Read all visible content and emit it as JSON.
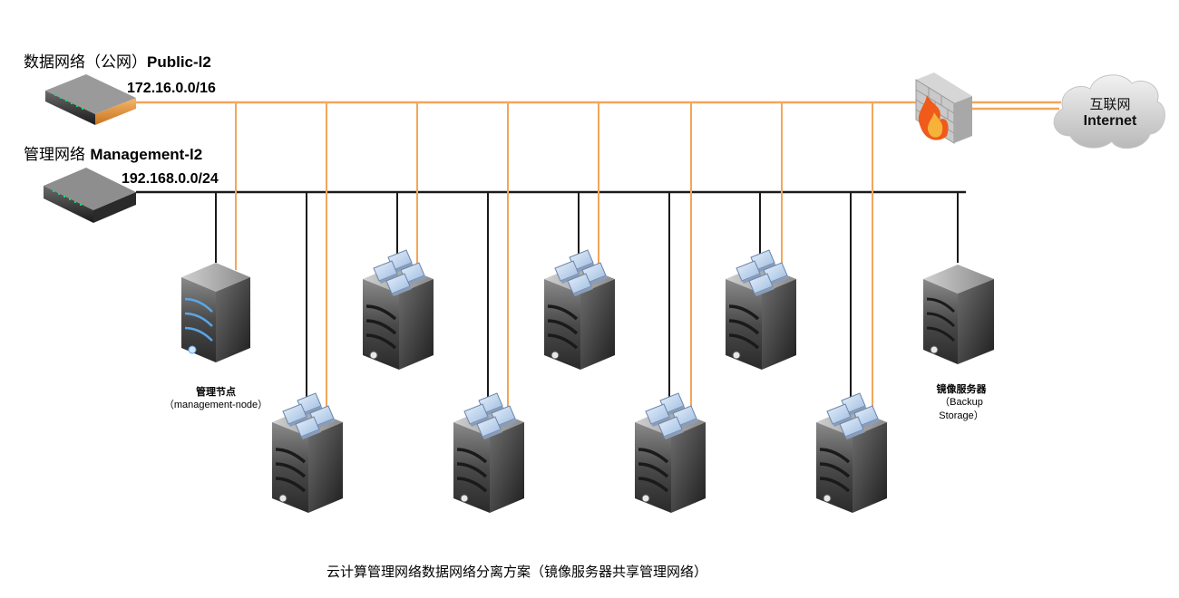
{
  "public_network": {
    "title_cn": "数据网络（公网）",
    "title_en": "Public-l2",
    "subnet": "172.16.0.0/16"
  },
  "management_network": {
    "title_cn": "管理网络 ",
    "title_en": "Management-l2",
    "subnet": "192.168.0.0/24"
  },
  "internet": {
    "label_cn": "互联网",
    "label_en": "Internet"
  },
  "management_node": {
    "label_cn": "管理节点",
    "label_en": "（management-node）"
  },
  "backup_storage": {
    "label_cn": "镜像服务器",
    "label_line2": "（Backup",
    "label_line3": "Storage）"
  },
  "caption": "云计算管理网络数据网络分离方案（镜像服务器共享管理网络）",
  "colors": {
    "public_line": "#F2A65A",
    "management_line": "#1a1a1a"
  }
}
